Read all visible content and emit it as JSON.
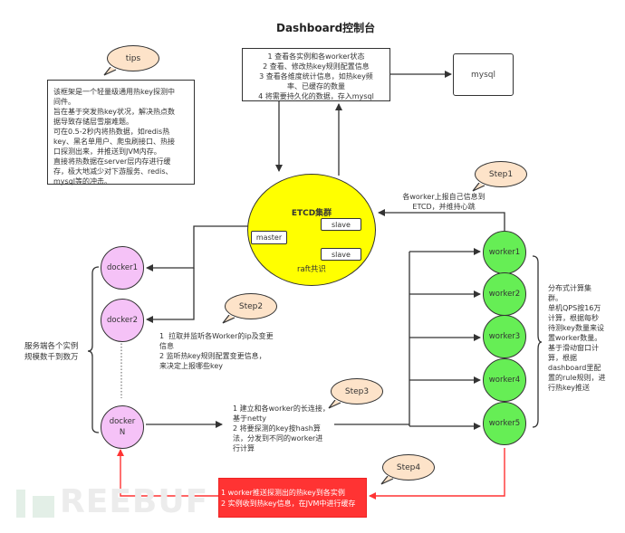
{
  "diagram": {
    "title": "Dashboard控制台",
    "tips": {
      "bubble_label": "tips",
      "lines": [
        "该框架是一个轻量级通用热key探测中",
        "间件。",
        "旨在基于突发热key状况，解决热点数",
        "据导致存储层雪崩难题。",
        "可在0.5-2秒内将热数据，如redis热",
        "key、黑名单用户、爬虫刷接口、热接",
        "口探测出来，并推送到JVM内存。",
        "直接将热数据在server层内存进行缓",
        "存，极大地减少对下游服务、redis、",
        "mysql等的冲击。"
      ]
    },
    "dashboard": {
      "lines": [
        "1 查看各实例和各worker状态",
        "2 查看、修改热key规则配置信息",
        "3 查看各维度统计信息，如热key频",
        "率、已缓存的数量",
        "4 将需要持久化的数据，存入mysql"
      ]
    },
    "mysql": {
      "label": "mysql"
    },
    "etcd": {
      "title": "ETCD集群",
      "master": "master",
      "slaves": [
        "slave",
        "slave"
      ],
      "footer": "raft共识"
    },
    "steps": {
      "step1": {
        "label": "Step1",
        "lines": [
          "各worker上报自己信息到",
          "ETCD，并维持心跳"
        ]
      },
      "step2": {
        "label": "Step2",
        "lines": [
          "1  拉取并监听各Worker的ip及变更",
          "信息",
          "2 监听热key规则配置变更信息，",
          "来决定上报哪些key"
        ]
      },
      "step3": {
        "label": "Step3",
        "lines": [
          "1 建立和各worker的长连接，",
          "基于netty",
          "2 将要探测的key按hash算",
          "法，分发到不同的worker进",
          "行计算"
        ]
      },
      "step4": {
        "label": "Step4",
        "lines": [
          "1 worker推送探测出的热key到各实例",
          "2 实例收到热key信息，在JVM中进行缓存"
        ]
      }
    },
    "workers": [
      {
        "label": "worker1"
      },
      {
        "label": "worker2"
      },
      {
        "label": "worker3"
      },
      {
        "label": "worker4"
      },
      {
        "label": "worker5"
      }
    ],
    "workers_note": {
      "lines": [
        "分布式计算集",
        "群。",
        "",
        "单机QPS按16万",
        "计算，根据每秒",
        "待测key数量来设",
        "置worker数量。",
        "",
        "基于滑动窗口计",
        "算，根据",
        "dashboard里配",
        "置的rule规则，进",
        "行热key推送"
      ]
    },
    "dockers": [
      {
        "line1": "docker1",
        "line2": ""
      },
      {
        "line1": "docker2",
        "line2": ""
      },
      {
        "line1": "docker",
        "line2": "N"
      }
    ],
    "dockers_note": {
      "lines": [
        "服务端各个实例",
        "规模数千到数万"
      ]
    },
    "watermark": "REEBUF",
    "colors": {
      "etcd_fill": "#ffff00",
      "worker_fill": "#66ee55",
      "docker_fill": "#f5c2f7",
      "bubble_fill": "#fde3c9",
      "step4_box": "#ff3333",
      "step4_arrow": "#ff4444"
    }
  }
}
